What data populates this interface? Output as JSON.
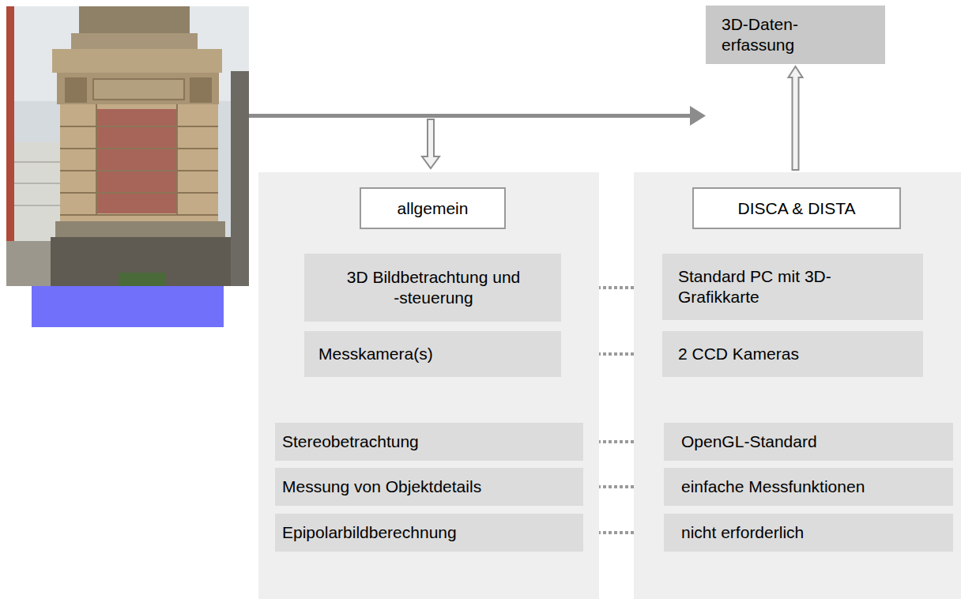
{
  "diagram": {
    "nodes": [
      {
        "text": [
          "3D-Daten- erfassung"
        ]
      },
      {
        "text": [
          "allgemein"
        ]
      },
      {
        "text": [
          "3D Bildbetrachtung und -steuerung"
        ],
        "in": 1
      },
      {
        "text": [
          "Messkamera(s)"
        ],
        "in": 1
      },
      {
        "text": [
          "Stereobetrachtung"
        ],
        "in": 1
      },
      {
        "text": [
          "Messung von Objektdetails"
        ],
        "in": 1
      },
      {
        "text": [
          "Epipolarbildberechnung"
        ],
        "in": 1
      },
      {
        "text": [
          "DISCA & DISTA"
        ]
      },
      {
        "text": [
          "Standard PC mit 3D- Grafikkarte"
        ],
        "in": 7
      },
      {
        "text": [
          "2 CCD Kameras"
        ],
        "in": 7
      },
      {
        "text": [
          "OpenGL-Standard"
        ],
        "in": 7
      },
      {
        "text": [
          "einfache Messfunktionen"
        ],
        "in": 7
      },
      {
        "text": [
          "nicht erforderlich"
        ],
        "in": 7
      }
    ],
    "edges": [
      {
        "from": 2,
        "to": 8,
        "arrow": "to"
      },
      {
        "from": 3,
        "to": 9,
        "arrow": "to"
      },
      {
        "from": 4,
        "to": 10,
        "arrow": "to"
      },
      {
        "from": 5,
        "to": 11,
        "arrow": "to"
      },
      {
        "from": 6,
        "to": 12,
        "arrow": "to"
      },
      {
        "from": 7,
        "to": 0,
        "arrow": "to"
      }
    ]
  }
}
